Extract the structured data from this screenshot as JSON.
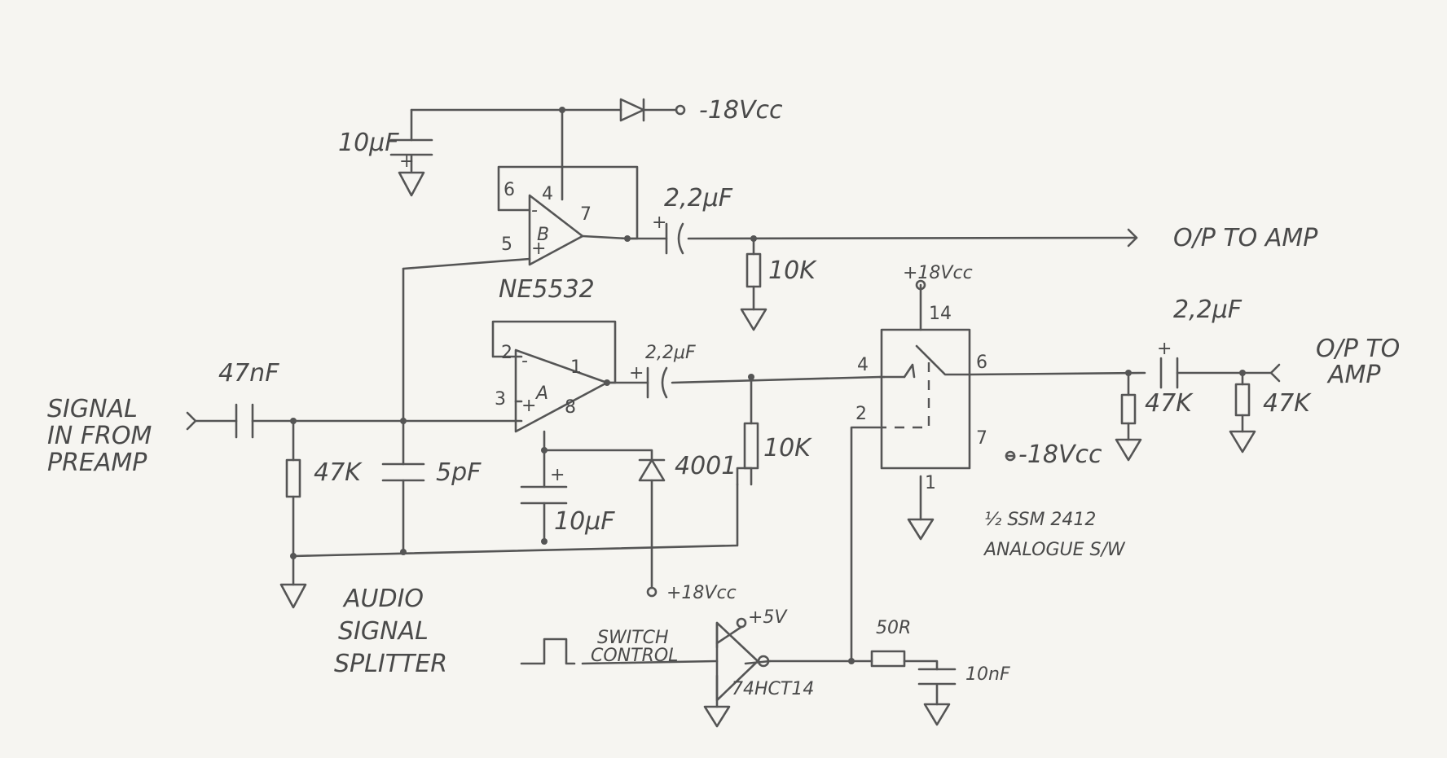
{
  "diagram": {
    "title_lines": [
      "AUDIO",
      "SIGNAL",
      "SPLITTER"
    ],
    "input_label_lines": [
      "SIGNAL",
      "IN FROM",
      "PREAMP"
    ],
    "output_top_label": "O/P TO AMP",
    "output_right_label_lines": [
      "O/P TO",
      "AMP"
    ],
    "opamp_part": "NE5532",
    "opamp_a_label": "A",
    "opamp_b_label": "B",
    "switch_part_lines": [
      "½ SSM 2412",
      "ANALOGUE S/W"
    ],
    "switch_control_lines": [
      "SWITCH",
      "CONTROL"
    ],
    "inverter_part": "74HCT14",
    "supply_neg": "-18Vcc",
    "supply_pos": "+18Vcc",
    "supply_5v": "+5V",
    "components": {
      "c_in": "47nF",
      "r_in": "47K",
      "c_5p": "5pF",
      "c_10u_bias": "10μF",
      "diode_4001": "4001",
      "c_10u_supply": "10μF",
      "c_2u2_top": "2,2μF",
      "r_10k_top": "10K",
      "c_2u2_mid": "2,2μF",
      "r_10k_mid": "10K",
      "r_47k_out1": "47K",
      "c_2u2_out": "2,2μF",
      "r_47k_out2": "47K",
      "r_50r": "50R",
      "c_10n": "10nF"
    },
    "pins": {
      "a_inv": "2",
      "a_noninv": "3",
      "a_out": "1",
      "a_supply": "8",
      "b_inv": "6",
      "b_noninv": "5",
      "b_out": "7",
      "b_supply": "4",
      "sw_in": "4",
      "sw_ctrl": "2",
      "sw_out": "6",
      "sw_vneg": "7",
      "sw_gnd": "1",
      "sw_vpos": "14"
    },
    "polarity_plus": "+",
    "polarity_minus": "-"
  }
}
